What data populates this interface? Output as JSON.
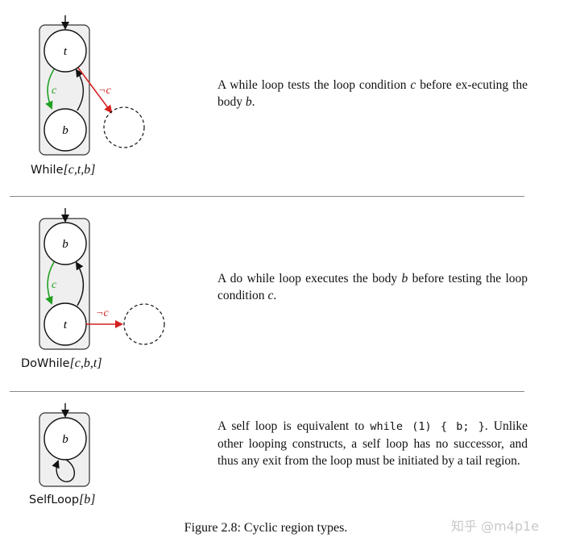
{
  "while": {
    "node_top": "t",
    "node_bottom": "b",
    "edge_true": "c",
    "edge_false": "¬c",
    "label_name": "While",
    "label_args": "[c,t,b]",
    "desc_1": "A while loop tests the loop condition ",
    "desc_var1": "c",
    "desc_2": " before ex-ecuting the body ",
    "desc_var2": "b",
    "desc_3": "."
  },
  "dowhile": {
    "node_top": "b",
    "node_bottom": "t",
    "edge_true": "c",
    "edge_false": "¬c",
    "label_name": "DoWhile",
    "label_args": "[c,b,t]",
    "desc_1": "A do while loop executes the body ",
    "desc_var1": "b",
    "desc_2": " before testing the loop condition ",
    "desc_var2": "c",
    "desc_3": "."
  },
  "selfloop": {
    "node": "b",
    "label_name": "SelfLoop",
    "label_args": "[b]",
    "desc_1": "A self loop is equivalent to ",
    "desc_code": "while (1) { b; }",
    "desc_2": ". Unlike other looping constructs, a self loop has no successor, and thus any exit from the loop must be initiated by a tail region."
  },
  "caption": "Figure 2.8: Cyclic region types.",
  "watermark": "知乎 @m4p1e",
  "colors": {
    "true_edge": "#22a022",
    "false_edge": "#d42020",
    "region_fill": "#efefef",
    "rule": "#888888"
  }
}
